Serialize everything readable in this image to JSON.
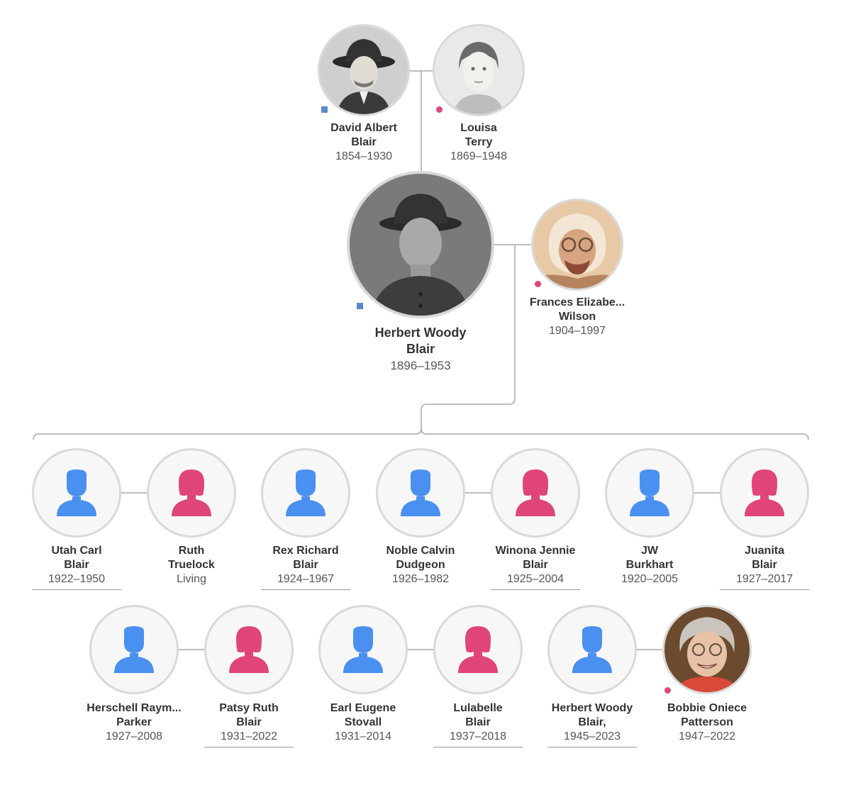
{
  "colors": {
    "male": "#4a90f0",
    "female": "#e0457a",
    "line": "#a8a8a8",
    "ring": "#d9d9d9"
  },
  "people": {
    "david": {
      "first": "David Albert",
      "last": "Blair",
      "dates": "1854–1930",
      "photo": "photo-man-hat"
    },
    "louisa": {
      "first": "Louisa",
      "last": "Terry",
      "dates": "1869–1948",
      "photo": "photo-woman"
    },
    "herbert": {
      "first": "Herbert Woody",
      "last": "Blair",
      "dates": "1896–1953",
      "photo": "photo-soldier"
    },
    "frances": {
      "first": "Frances Elizabe...",
      "last": "Wilson",
      "dates": "1904–1997",
      "photo": "photo-older-person"
    },
    "utah": {
      "first": "Utah Carl",
      "last": "Blair",
      "dates": "1922–1950",
      "icon": "male-silhouette-icon"
    },
    "ruth": {
      "first": "Ruth",
      "last": "Truelock",
      "dates": "Living",
      "icon": "female-silhouette-icon"
    },
    "rex": {
      "first": "Rex Richard",
      "last": "Blair",
      "dates": "1924–1967",
      "icon": "male-silhouette-icon"
    },
    "noble": {
      "first": "Noble Calvin",
      "last": "Dudgeon",
      "dates": "1926–1982",
      "icon": "male-silhouette-icon"
    },
    "winona": {
      "first": "Winona Jennie",
      "last": "Blair",
      "dates": "1925–2004",
      "icon": "female-silhouette-icon"
    },
    "jw": {
      "first": "JW",
      "last": "Burkhart",
      "dates": "1920–2005",
      "icon": "male-silhouette-icon"
    },
    "juanita": {
      "first": "Juanita",
      "last": "Blair",
      "dates": "1927–2017",
      "icon": "female-silhouette-icon"
    },
    "herschell": {
      "first": "Herschell Raym...",
      "last": "Parker",
      "dates": "1927–2008",
      "icon": "male-silhouette-icon"
    },
    "patsy": {
      "first": "Patsy Ruth",
      "last": "Blair",
      "dates": "1931–2022",
      "icon": "female-silhouette-icon"
    },
    "earl": {
      "first": "Earl Eugene",
      "last": "Stovall",
      "dates": "1931–2014",
      "icon": "male-silhouette-icon"
    },
    "lulabelle": {
      "first": "Lulabelle",
      "last": "Blair",
      "dates": "1937–2018",
      "icon": "female-silhouette-icon"
    },
    "herbertjr": {
      "first": "Herbert Woody",
      "last": "Blair,",
      "dates": "1945–2023",
      "icon": "male-silhouette-icon"
    },
    "bobbie": {
      "first": "Bobbie Oniece",
      "last": "Patterson",
      "dates": "1947–2022",
      "photo": "photo-smiling-woman"
    }
  }
}
